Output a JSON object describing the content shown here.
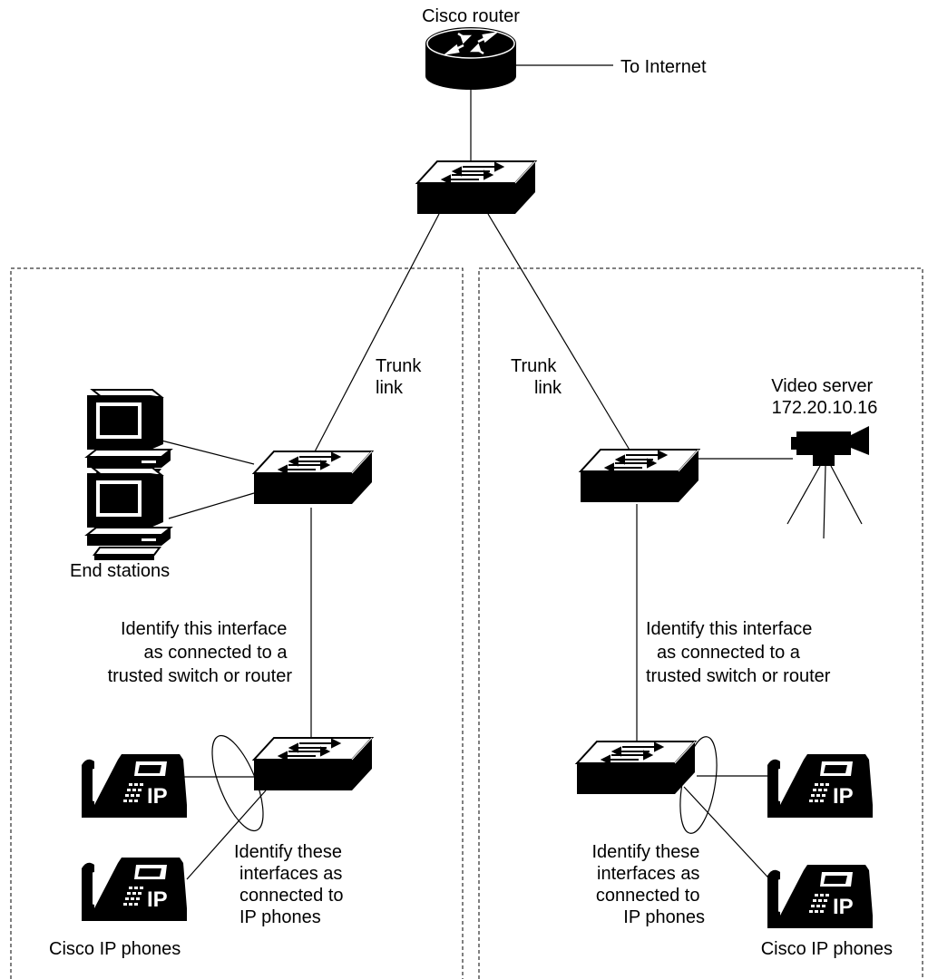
{
  "labels": {
    "router": "Cisco router",
    "internet": "To Internet",
    "trunk_left": [
      "Trunk",
      "link"
    ],
    "trunk_right": [
      "Trunk",
      "link"
    ],
    "video_server": [
      "Video server",
      "172.20.10.16"
    ],
    "end_stations": "End stations",
    "trusted_left": [
      "Identify this interface",
      "as connected to a",
      "trusted switch or router"
    ],
    "trusted_right": [
      "Identify this interface",
      "as connected to a",
      "trusted switch or router"
    ],
    "phones_iface_left": [
      "Identify these",
      "interfaces as",
      "connected to",
      "IP phones"
    ],
    "phones_iface_right": [
      "Identify these",
      "interfaces as",
      "connected to",
      "IP phones"
    ],
    "phones_left": "Cisco IP phones",
    "phones_right": "Cisco IP phones",
    "ip_badge": "IP"
  },
  "icons": {
    "router": "router-icon",
    "switch": "switch-icon",
    "workstation": "workstation-icon",
    "ip_phone": "ip-phone-icon",
    "video_camera": "video-camera-icon"
  },
  "colors": {
    "line": "#000000",
    "fill": "#000000",
    "background": "#ffffff"
  }
}
